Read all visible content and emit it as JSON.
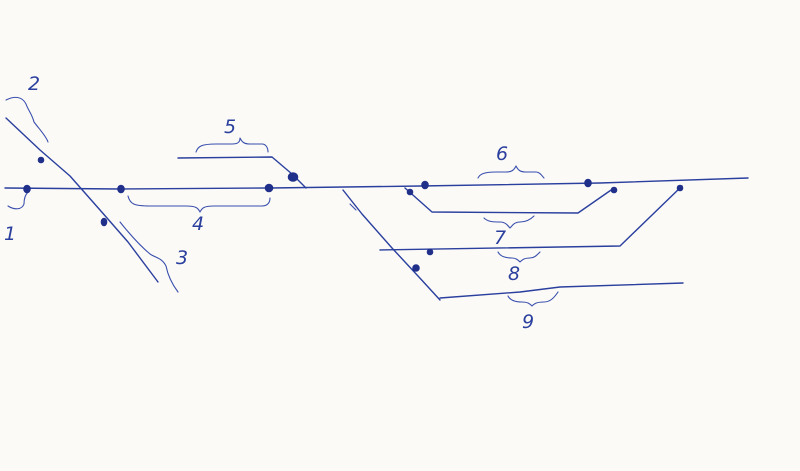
{
  "labels": {
    "l1": "1",
    "l2": "2",
    "l3": "3",
    "l4": "4",
    "l5": "5",
    "l6": "6",
    "l7": "7",
    "l8": "8",
    "l9": "9"
  },
  "colors": {
    "paper": "#fbfaf6",
    "ink": "#2a3f9e",
    "dot": "#1f2f8a"
  }
}
